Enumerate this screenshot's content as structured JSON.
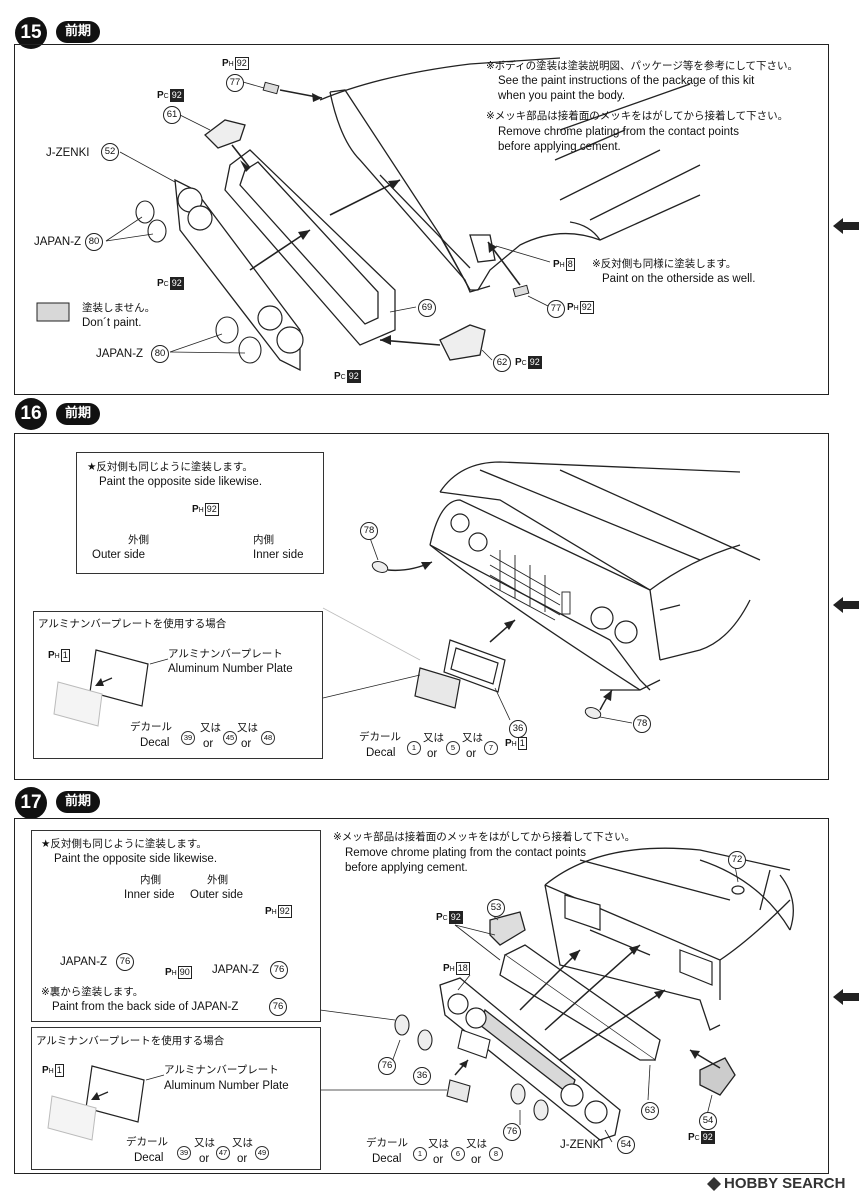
{
  "steps": [
    {
      "number": "15",
      "tag": "前期"
    },
    {
      "number": "16",
      "tag": "前期"
    },
    {
      "number": "17",
      "tag": "前期"
    }
  ],
  "step15": {
    "note1_jp": "※ボディの塗装は塗装説明図、パッケージ等を参考にして下さい。",
    "note1_en_1": "See the paint instructions of the package of this kit",
    "note1_en_2": "when you paint the body.",
    "note2_jp": "※メッキ部品は接着面のメッキをはがしてから接着して下さい。",
    "note2_en_1": "Remove chrome plating from the contact points",
    "note2_en_2": "before applying cement.",
    "note3_jp": "※反対側も同様に塗装します。",
    "note3_en": "Paint on the otherside as well.",
    "legend_jp": "塗装しません。",
    "legend_en": "Don´t paint.",
    "j_zenki": "J-ZENKI",
    "japan_z_1": "JAPAN-Z",
    "japan_z_2": "JAPAN-Z",
    "parts": [
      "77",
      "61",
      "52",
      "80",
      "69",
      "62",
      "77",
      "80"
    ],
    "paint_ph_92": "92",
    "paint_pc_92": "92",
    "paint_ph_8": "8"
  },
  "step16": {
    "inset1_jp": "★反対側も同じように塗装します。",
    "inset1_en": "Paint the opposite side likewise.",
    "outer_jp": "外側",
    "outer_en": "Outer side",
    "inner_jp": "内側",
    "inner_en": "Inner side",
    "paint_ph_92": "92",
    "inset2_title": "アルミナンバープレートを使用する場合",
    "plate_jp": "アルミナンバープレート",
    "plate_en": "Aluminum Number Plate",
    "paint_ph_1": "1",
    "decal_jp": "デカール",
    "decal_en": "Decal",
    "or_jp": "又は",
    "or_en": "or",
    "inset_decals": [
      "39",
      "45",
      "48"
    ],
    "main_decals": [
      "1",
      "5",
      "7"
    ],
    "parts": [
      "78",
      "36",
      "78"
    ]
  },
  "step17": {
    "inset1_jp": "★反対側も同じように塗装します。",
    "inset1_en": "Paint the opposite side likewise.",
    "inner_jp": "内側",
    "inner_en": "Inner side",
    "outer_jp": "外側",
    "outer_en": "Outer side",
    "japan_z": "JAPAN-Z",
    "back_jp": "※裏から塗装します。",
    "back_en": "Paint from the back side of JAPAN-Z",
    "note_jp": "※メッキ部品は接着面のメッキをはがしてから接着して下さい。",
    "note_en_1": "Remove chrome plating from the contact points",
    "note_en_2": "before applying cement.",
    "inset2_title": "アルミナンバープレートを使用する場合",
    "plate_jp": "アルミナンバープレート",
    "plate_en": "Aluminum Number Plate",
    "decal_jp": "デカール",
    "decal_en": "Decal",
    "or_jp": "又は",
    "or_en": "or",
    "inset_decals": [
      "39",
      "47",
      "49"
    ],
    "main_decals": [
      "1",
      "6",
      "8"
    ],
    "j_zenki": "J-ZENKI",
    "parts": [
      "72",
      "53",
      "76",
      "36",
      "76",
      "63",
      "54",
      "54",
      "76",
      "76"
    ],
    "paint_ph_92": "92",
    "paint_ph_90": "90",
    "paint_ph_18": "18",
    "paint_pc_92": "92",
    "paint_ph_1": "1"
  },
  "watermark": "HOBBY SEARCH"
}
